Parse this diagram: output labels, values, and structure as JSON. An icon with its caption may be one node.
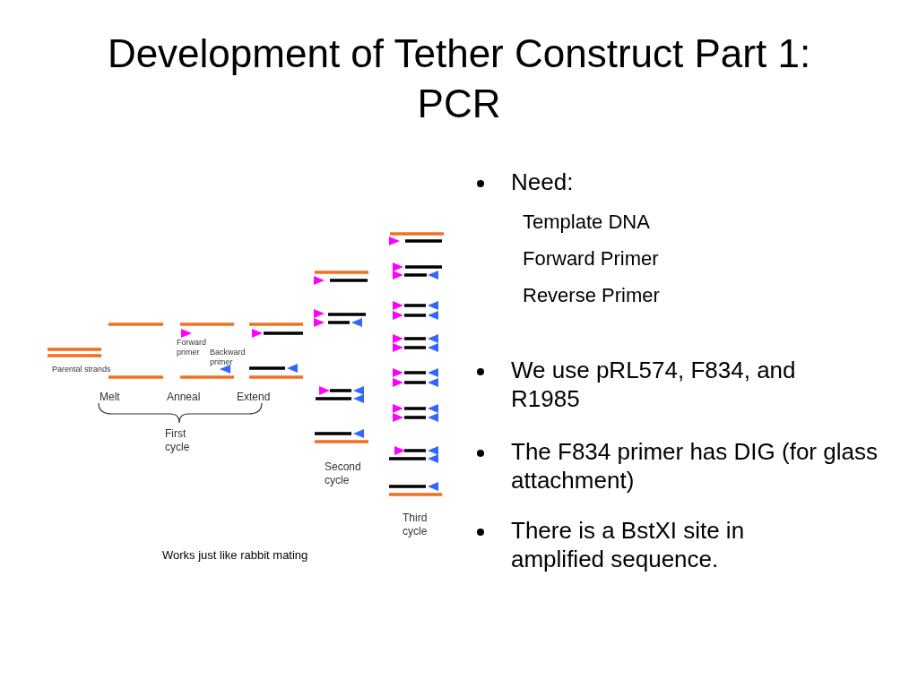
{
  "diagram": {
    "title": "Development of Tether Construct Part 1: PCR",
    "labels": [
      "Need:",
      "Template DNA",
      "Forward Primer",
      "Reverse Primer",
      "We use pRL574, F834, and R1985",
      "The F834 primer has DIG (for glass attachment)",
      "There is a BstXI site in amplified sequence.",
      "Forward primer",
      "Backward primer",
      "Parental strands",
      "Melt",
      "Anneal",
      "Extend",
      "First cycle",
      "Second cycle",
      "Third cycle",
      "Works just like rabbit mating"
    ]
  }
}
